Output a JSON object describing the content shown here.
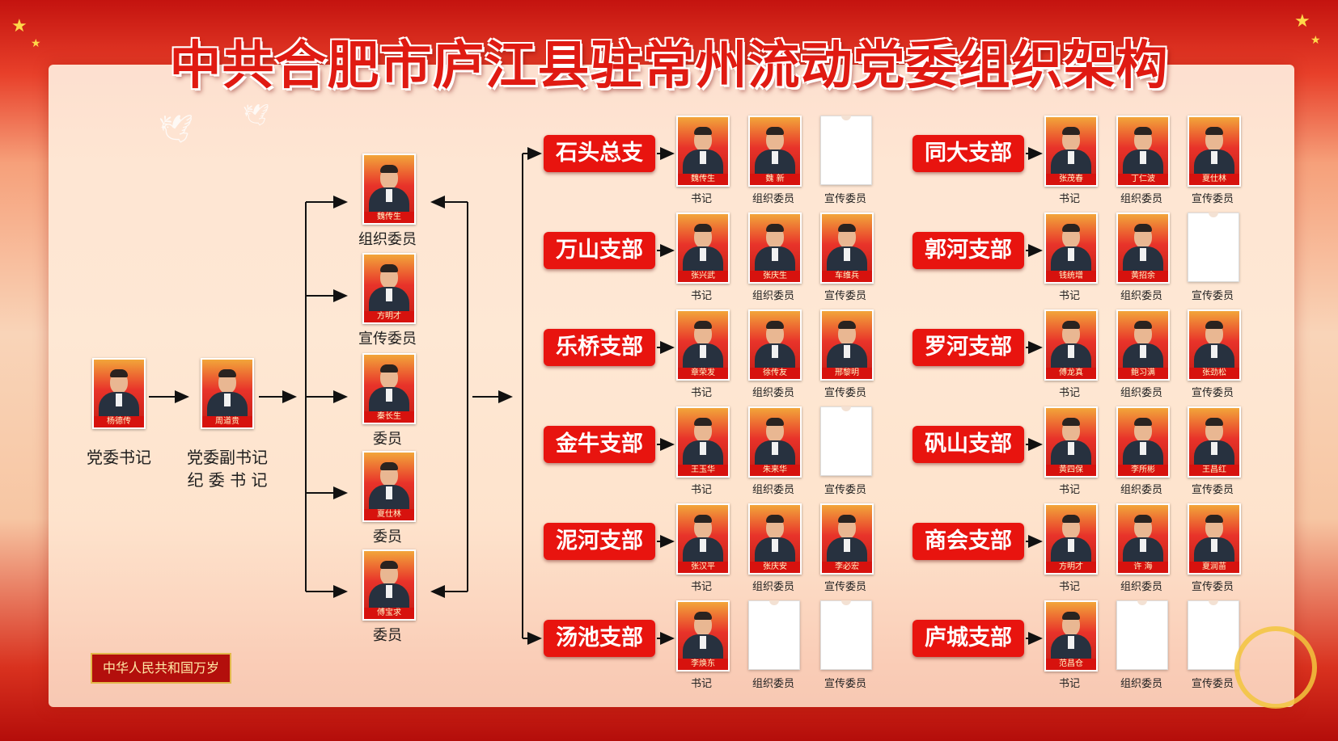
{
  "title": "中共合肥市庐江县驻常州流动党委组织架构",
  "leaders": [
    {
      "name": "杨德传",
      "label": "党委书记"
    },
    {
      "name": "周道贵",
      "label_line1": "党委副书记",
      "label_line2": "纪 委 书 记"
    }
  ],
  "committee": [
    {
      "name": "魏传生",
      "label": "组织委员"
    },
    {
      "name": "方明才",
      "label": "宣传委员"
    },
    {
      "name": "秦长生",
      "label": "委员"
    },
    {
      "name": "夏仕林",
      "label": "委员"
    },
    {
      "name": "傅宝求",
      "label": "委员"
    }
  ],
  "roles": [
    "书记",
    "组织委员",
    "宣传委员"
  ],
  "branches_left": [
    {
      "name": "石头总支",
      "members": [
        "魏传生",
        "魏 新",
        ""
      ]
    },
    {
      "name": "万山支部",
      "members": [
        "张兴武",
        "张庆生",
        "车维兵"
      ]
    },
    {
      "name": "乐桥支部",
      "members": [
        "章荣发",
        "徐传友",
        "邢黎明"
      ]
    },
    {
      "name": "金牛支部",
      "members": [
        "王玉华",
        "朱来华",
        ""
      ]
    },
    {
      "name": "泥河支部",
      "members": [
        "张汉平",
        "张庆安",
        "李必宏"
      ]
    },
    {
      "name": "汤池支部",
      "members": [
        "李焕东",
        "",
        ""
      ]
    }
  ],
  "branches_right": [
    {
      "name": "同大支部",
      "members": [
        "张茂春",
        "丁仁波",
        "夏仕林"
      ]
    },
    {
      "name": "郭河支部",
      "members": [
        "钱统增",
        "黄招余",
        ""
      ]
    },
    {
      "name": "罗河支部",
      "members": [
        "傅龙真",
        "鲍习满",
        "张劲松"
      ]
    },
    {
      "name": "矾山支部",
      "members": [
        "黄四保",
        "李所彬",
        "王昌红"
      ]
    },
    {
      "name": "商会支部",
      "members": [
        "方明才",
        "许 海",
        "夏润苗"
      ]
    },
    {
      "name": "庐城支部",
      "members": [
        "范昌仓",
        "",
        ""
      ]
    }
  ],
  "banner": "中华人民共和国万岁",
  "colors": {
    "accent": "#e8140f",
    "nameplate": "#d7120e",
    "title": "#e01a12"
  }
}
